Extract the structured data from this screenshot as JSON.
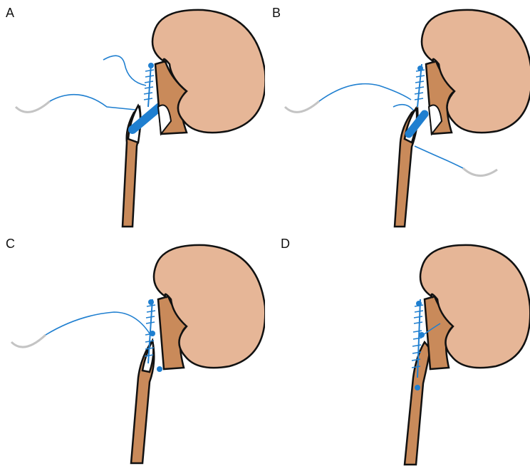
{
  "panels": [
    {
      "label": "A"
    },
    {
      "label": "B"
    },
    {
      "label": "C"
    },
    {
      "label": "D"
    }
  ],
  "colors": {
    "kidney_fill": "#e6b697",
    "ureter_fill": "#c98a5a",
    "suture": "#1f7fd0",
    "stent": "#1f7fd0",
    "needle": "#c4c4c4",
    "outline": "#111111"
  }
}
